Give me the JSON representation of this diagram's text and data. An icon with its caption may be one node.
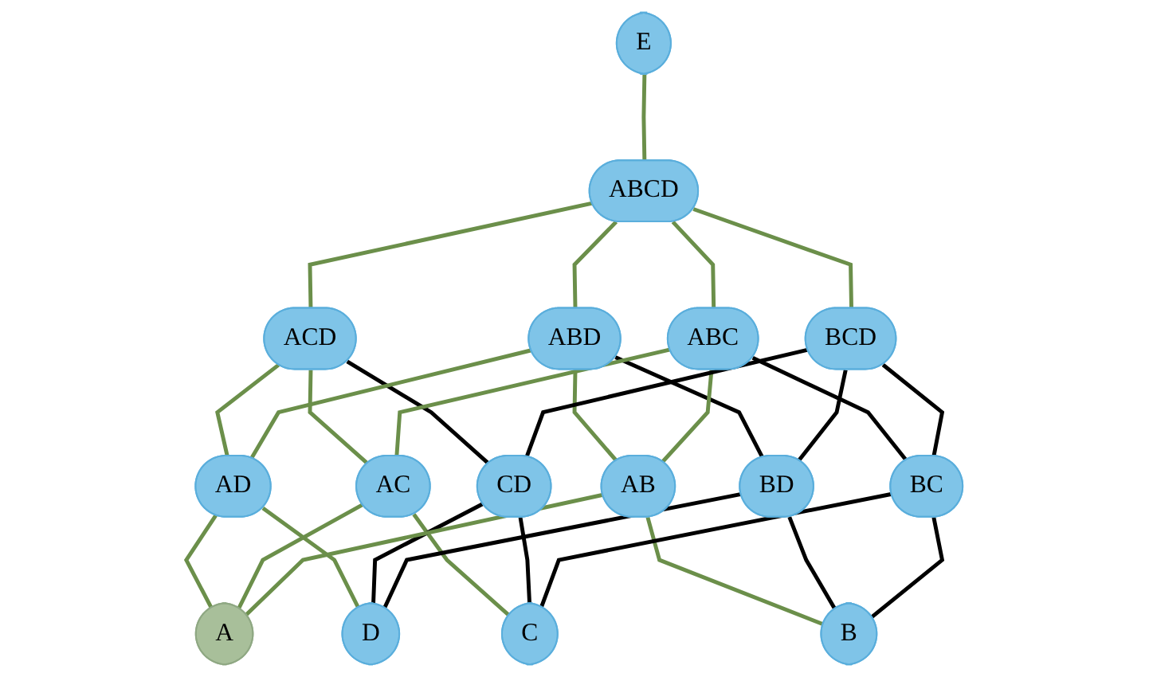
{
  "diagram": {
    "nodes": [
      {
        "text": [
          "E"
        ]
      },
      {
        "text": [
          "ABCD"
        ]
      },
      {
        "text": [
          "ACD"
        ]
      },
      {
        "text": [
          "ABD"
        ]
      },
      {
        "text": [
          "ABC"
        ]
      },
      {
        "text": [
          "BCD"
        ]
      },
      {
        "text": [
          "AD"
        ]
      },
      {
        "text": [
          "AC"
        ]
      },
      {
        "text": [
          "CD"
        ]
      },
      {
        "text": [
          "AB"
        ]
      },
      {
        "text": [
          "BD"
        ]
      },
      {
        "text": [
          "BC"
        ]
      },
      {
        "text": [
          "A"
        ]
      },
      {
        "text": [
          "D"
        ]
      },
      {
        "text": [
          "C"
        ]
      },
      {
        "text": [
          "B"
        ]
      }
    ],
    "edges": [
      {
        "from": 0,
        "to": 1,
        "arrow": "none"
      },
      {
        "from": 1,
        "to": 2,
        "arrow": "none"
      },
      {
        "from": 1,
        "to": 3,
        "arrow": "none"
      },
      {
        "from": 1,
        "to": 4,
        "arrow": "none"
      },
      {
        "from": 1,
        "to": 5,
        "arrow": "none"
      },
      {
        "from": 2,
        "to": 6,
        "arrow": "none"
      },
      {
        "from": 2,
        "to": 7,
        "arrow": "none"
      },
      {
        "from": 2,
        "to": 8,
        "arrow": "none",
        "color": "#000000"
      },
      {
        "from": 3,
        "to": 6,
        "arrow": "none"
      },
      {
        "from": 3,
        "to": 9,
        "arrow": "none"
      },
      {
        "from": 3,
        "to": 10,
        "arrow": "none",
        "color": "#000000"
      },
      {
        "from": 4,
        "to": 7,
        "arrow": "none"
      },
      {
        "from": 4,
        "to": 9,
        "arrow": "none"
      },
      {
        "from": 4,
        "to": 11,
        "arrow": "none",
        "color": "#000000"
      },
      {
        "from": 5,
        "to": 8,
        "arrow": "none",
        "color": "#000000"
      },
      {
        "from": 5,
        "to": 10,
        "arrow": "none",
        "color": "#000000"
      },
      {
        "from": 5,
        "to": 11,
        "arrow": "none",
        "color": "#000000"
      },
      {
        "from": 6,
        "to": 12,
        "arrow": "none"
      },
      {
        "from": 6,
        "to": 13,
        "arrow": "none"
      },
      {
        "from": 7,
        "to": 12,
        "arrow": "none"
      },
      {
        "from": 7,
        "to": 14,
        "arrow": "none"
      },
      {
        "from": 8,
        "to": 13,
        "arrow": "none",
        "color": "#000000"
      },
      {
        "from": 8,
        "to": 14,
        "arrow": "none",
        "color": "#000000"
      },
      {
        "from": 9,
        "to": 12,
        "arrow": "none"
      },
      {
        "from": 9,
        "to": 15,
        "arrow": "none"
      },
      {
        "from": 10,
        "to": 13,
        "arrow": "none",
        "color": "#000000"
      },
      {
        "from": 10,
        "to": 15,
        "arrow": "none",
        "color": "#000000"
      },
      {
        "from": 11,
        "to": 14,
        "arrow": "none",
        "color": "#000000"
      },
      {
        "from": 11,
        "to": 15,
        "arrow": "none",
        "color": "#000000"
      }
    ]
  }
}
